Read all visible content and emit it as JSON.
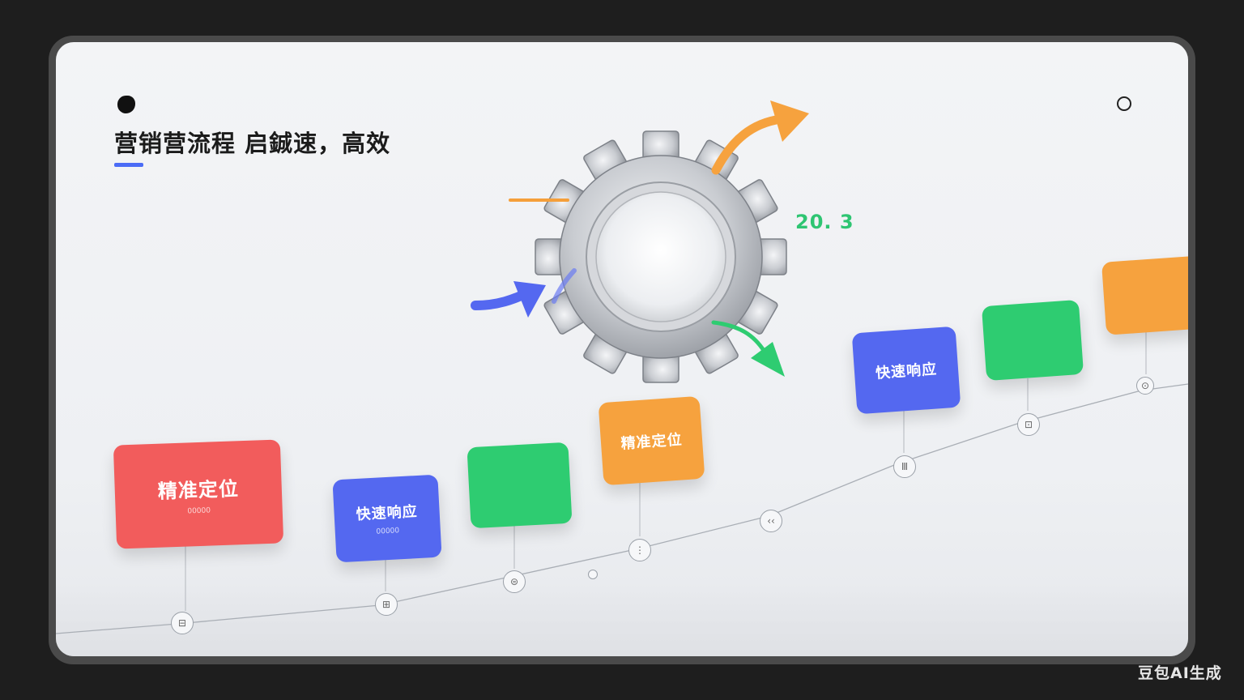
{
  "slide": {
    "title": "营销营流程  启鋮速，高效",
    "stat": "20. 3"
  },
  "cards": [
    {
      "label": "精准定位",
      "sub": "00000",
      "color": "red"
    },
    {
      "label": "快速响应",
      "sub": "00000",
      "color": "blue"
    },
    {
      "label": "",
      "sub": "",
      "color": "green"
    },
    {
      "label": "精准定位",
      "sub": "",
      "color": "orange"
    },
    {
      "label": "快速响应",
      "sub": "",
      "color": "blue"
    },
    {
      "label": "",
      "sub": "",
      "color": "green"
    },
    {
      "label": "",
      "sub": "",
      "color": "orange"
    }
  ],
  "nodes": [
    "⊟",
    "⊞",
    "⊜",
    "⋮",
    "‹‹",
    "Ⅲ",
    "⊡",
    "⊙"
  ],
  "watermark": "豆包AI生成"
}
